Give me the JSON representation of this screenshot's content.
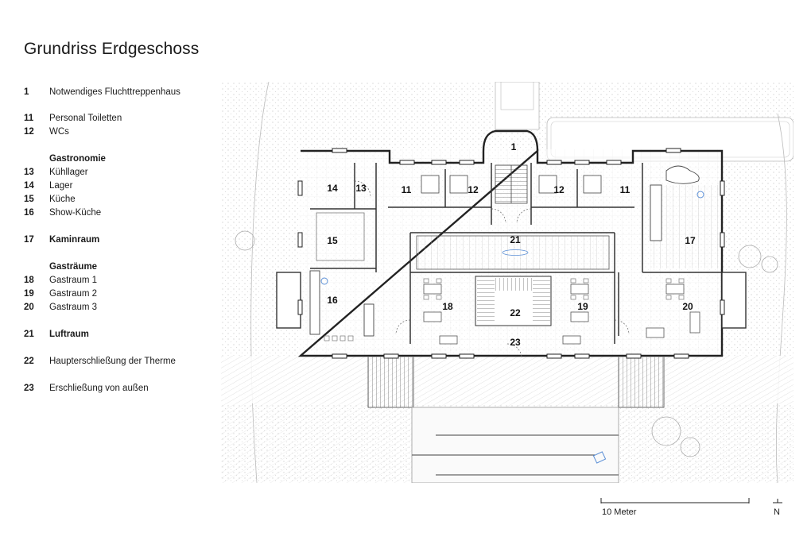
{
  "title": "Grundriss Erdgeschoss",
  "legend": [
    {
      "num": "1",
      "label": "Notwendiges Fluchttreppenhaus"
    },
    {
      "num": "11",
      "label": "Personal Toiletten"
    },
    {
      "num": "12",
      "label": "WCs"
    },
    {
      "heading": "Gastronomie"
    },
    {
      "num": "13",
      "label": "Kühllager"
    },
    {
      "num": "14",
      "label": "Lager"
    },
    {
      "num": "15",
      "label": "Küche"
    },
    {
      "num": "16",
      "label": "Show-Küche"
    },
    {
      "num": "17",
      "label": "Kaminraum",
      "bold": true
    },
    {
      "heading": "Gasträume"
    },
    {
      "num": "18",
      "label": "Gastraum 1"
    },
    {
      "num": "19",
      "label": "Gastraum 2"
    },
    {
      "num": "20",
      "label": "Gastraum 3"
    },
    {
      "num": "21",
      "label": "Luftraum",
      "bold": true
    },
    {
      "num": "22",
      "label": "Haupterschließung der Therme"
    },
    {
      "num": "23",
      "label": "Erschließung von außen"
    }
  ],
  "room_labels": [
    "1",
    "14",
    "13",
    "11",
    "12",
    "12",
    "11",
    "17",
    "15",
    "21",
    "16",
    "18",
    "22",
    "19",
    "20",
    "23"
  ],
  "scale": {
    "label": "10 Meter"
  },
  "north": {
    "label": "N"
  },
  "colors": {
    "text": "#1a1a1a",
    "line": "#333333",
    "hatch": "#bdbdbd",
    "accent": "#5b8fd6"
  }
}
